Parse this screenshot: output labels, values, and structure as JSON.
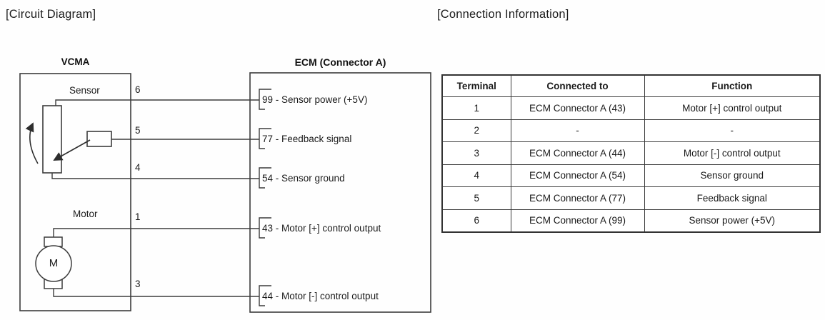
{
  "page": {
    "circuit_title": "[Circuit Diagram]",
    "connection_title": "[Connection Information]"
  },
  "circuit": {
    "vcma_title": "VCMA",
    "ecm_title": "ECM (Connector A)",
    "sensor_label": "Sensor",
    "motor_label": "Motor",
    "motor_symbol": "M",
    "vcma_pins": [
      {
        "num": "6"
      },
      {
        "num": "5"
      },
      {
        "num": "4"
      },
      {
        "num": "1"
      },
      {
        "num": "3"
      }
    ],
    "ecm_pins": [
      {
        "label": "99 - Sensor power (+5V)"
      },
      {
        "label": "77 - Feedback signal"
      },
      {
        "label": "54 - Sensor ground"
      },
      {
        "label": "43 - Motor [+] control output"
      },
      {
        "label": "44 - Motor [-] control output"
      }
    ]
  },
  "conn_table": {
    "headers": [
      "Terminal",
      "Connected to",
      "Function"
    ],
    "rows": [
      [
        "1",
        "ECM Connector A (43)",
        "Motor [+] control output"
      ],
      [
        "2",
        "-",
        "-"
      ],
      [
        "3",
        "ECM Connector A (44)",
        "Motor [-] control output"
      ],
      [
        "4",
        "ECM Connector A (54)",
        "Sensor ground"
      ],
      [
        "5",
        "ECM Connector A (77)",
        "Feedback signal"
      ],
      [
        "6",
        "ECM Connector A (99)",
        "Sensor power (+5V)"
      ]
    ]
  },
  "colors": {
    "line": "#3c3c3c",
    "text": "#151515"
  }
}
